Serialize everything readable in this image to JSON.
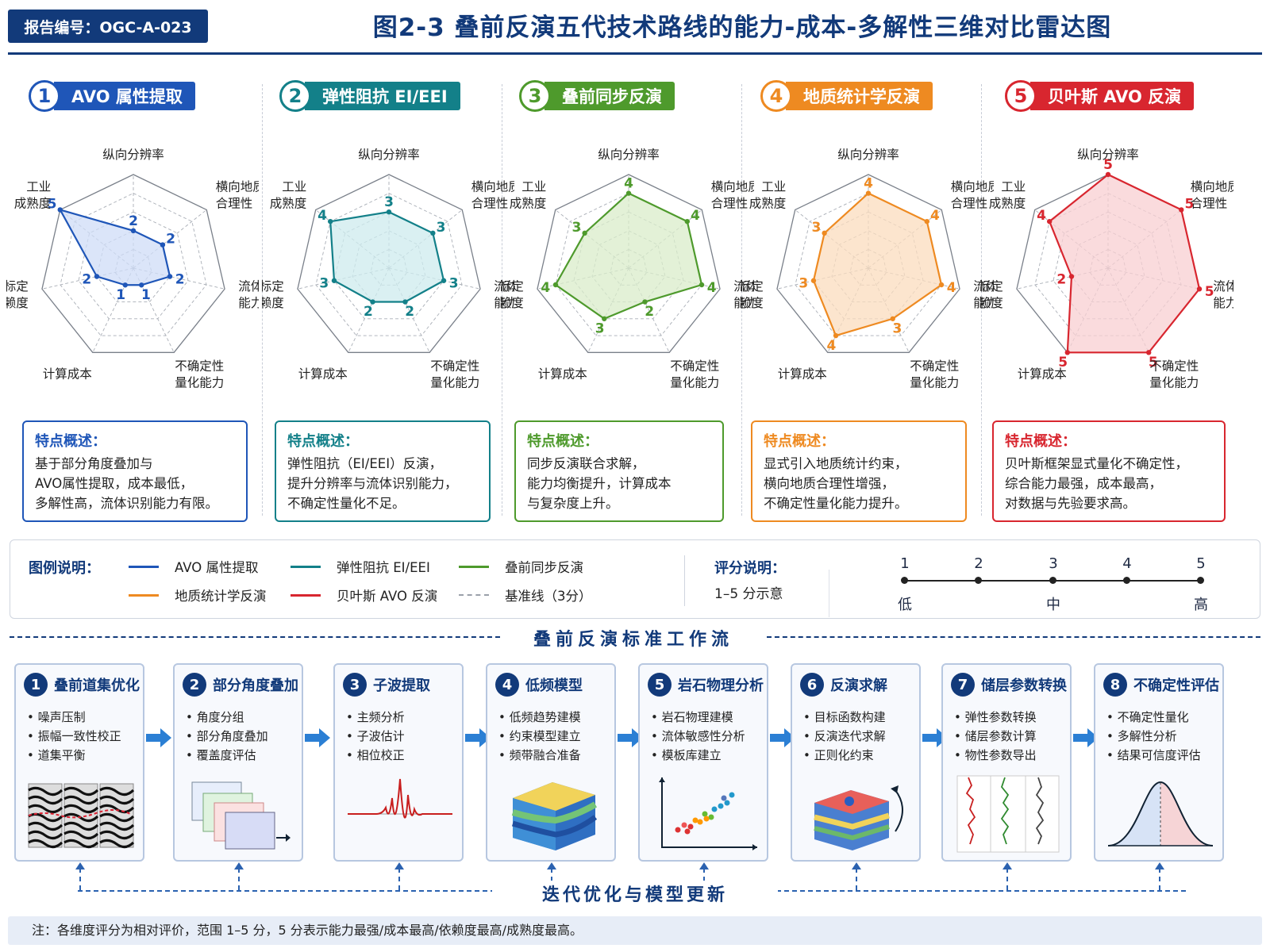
{
  "header": {
    "report_id": "报告编号：OGC-A-023",
    "title": "图2-3  叠前反演五代技术路线的能力-成本-多解性三维对比雷达图"
  },
  "axes": [
    "纵向分辨率",
    "横向地质\n合理性",
    "流体识别\n能力",
    "不确定性\n量化能力",
    "计算成本",
    "井震标定\n依赖度",
    "工业\n成熟度"
  ],
  "chart_data": [
    {
      "type": "radar",
      "title": "AVO 属性提取",
      "number": "1",
      "color": "#1f56b8",
      "fill": "#cfdcf7",
      "categories": [
        "纵向分辨率",
        "横向地质合理性",
        "流体识别能力",
        "不确定性量化能力",
        "计算成本",
        "井震标定依赖度",
        "工业成熟度"
      ],
      "values": [
        2,
        2,
        2,
        1,
        1,
        2,
        5
      ],
      "baseline": 3,
      "range": [
        0,
        5
      ]
    },
    {
      "type": "radar",
      "title": "弹性阻抗 EI/EEI",
      "number": "2",
      "color": "#138089",
      "fill": "#cdebed",
      "categories": [
        "纵向分辨率",
        "横向地质合理性",
        "流体识别能力",
        "不确定性量化能力",
        "计算成本",
        "井震标定依赖度",
        "工业成熟度"
      ],
      "values": [
        3,
        3,
        3,
        2,
        2,
        3,
        4
      ],
      "baseline": 3,
      "range": [
        0,
        5
      ]
    },
    {
      "type": "radar",
      "title": "叠前同步反演",
      "number": "3",
      "color": "#4e9a2c",
      "fill": "#d9ecc9",
      "categories": [
        "纵向分辨率",
        "横向地质合理性",
        "流体识别能力",
        "不确定性量化能力",
        "计算成本",
        "井震标定依赖度",
        "工业成熟度"
      ],
      "values": [
        4,
        4,
        4,
        2,
        3,
        4,
        3
      ],
      "baseline": 3,
      "range": [
        0,
        5
      ]
    },
    {
      "type": "radar",
      "title": "地质统计学反演",
      "number": "4",
      "color": "#ee8a21",
      "fill": "#fbdcbd",
      "categories": [
        "纵向分辨率",
        "横向地质合理性",
        "流体识别能力",
        "不确定性量化能力",
        "计算成本",
        "井震标定依赖度",
        "工业成熟度"
      ],
      "values": [
        4,
        4,
        4,
        3,
        4,
        3,
        3
      ],
      "baseline": 3,
      "range": [
        0,
        5
      ]
    },
    {
      "type": "radar",
      "title": "贝叶斯 AVO 反演",
      "number": "5",
      "color": "#d8262f",
      "fill": "#f8cfd2",
      "categories": [
        "纵向分辨率",
        "横向地质合理性",
        "流体识别能力",
        "不确定性量化能力",
        "计算成本",
        "井震标定依赖度",
        "工业成熟度"
      ],
      "values": [
        5,
        5,
        5,
        5,
        5,
        2,
        4
      ],
      "baseline": 3,
      "range": [
        0,
        5
      ]
    }
  ],
  "descriptions": [
    {
      "title": "特点概述：",
      "lines": [
        "基于部分角度叠加与",
        "AVO属性提取，成本最低，",
        "多解性高，流体识别能力有限。"
      ]
    },
    {
      "title": "特点概述：",
      "lines": [
        "弹性阻抗（EI/EEI）反演，",
        "提升分辨率与流体识别能力，",
        "不确定性量化不足。"
      ]
    },
    {
      "title": "特点概述：",
      "lines": [
        "同步反演联合求解，",
        "能力均衡提升，计算成本",
        "与复杂度上升。"
      ]
    },
    {
      "title": "特点概述：",
      "lines": [
        "显式引入地质统计约束，",
        "横向地质合理性增强，",
        "不确定性量化能力提升。"
      ]
    },
    {
      "title": "特点概述：",
      "lines": [
        "贝叶斯框架显式量化不确定性，",
        "综合能力最强，成本最高，",
        "对数据与先验要求高。"
      ]
    }
  ],
  "legend": {
    "title": "图例说明：",
    "items": [
      {
        "label": "AVO 属性提取",
        "color": "#1f56b8"
      },
      {
        "label": "弹性阻抗 EI/EEI",
        "color": "#138089"
      },
      {
        "label": "叠前同步反演",
        "color": "#4e9a2c"
      },
      {
        "label": "地质统计学反演",
        "color": "#ee8a21"
      },
      {
        "label": "贝叶斯 AVO 反演",
        "color": "#d8262f"
      },
      {
        "label": "基准线（3分）",
        "color": "#9aa0aa"
      }
    ],
    "score_title": "评分说明：",
    "score_note": "1–5 分示意",
    "scale_numbers": [
      "1",
      "2",
      "3",
      "4",
      "5"
    ],
    "scale_words": [
      "低",
      "中",
      "高"
    ]
  },
  "workflow": {
    "title": "叠前反演标准工作流",
    "steps": [
      {
        "num": "1",
        "name": "叠前道集优化",
        "items": [
          "噪声压制",
          "振幅一致性校正",
          "道集平衡"
        ]
      },
      {
        "num": "2",
        "name": "部分角度叠加",
        "items": [
          "角度分组",
          "部分角度叠加",
          "覆盖度评估"
        ]
      },
      {
        "num": "3",
        "name": "子波提取",
        "items": [
          "主频分析",
          "子波估计",
          "相位校正"
        ]
      },
      {
        "num": "4",
        "name": "低频模型",
        "items": [
          "低频趋势建模",
          "约束模型建立",
          "频带融合准备"
        ]
      },
      {
        "num": "5",
        "name": "岩石物理分析",
        "items": [
          "岩石物理建模",
          "流体敏感性分析",
          "模板库建立"
        ]
      },
      {
        "num": "6",
        "name": "反演求解",
        "items": [
          "目标函数构建",
          "反演迭代求解",
          "正则化约束"
        ]
      },
      {
        "num": "7",
        "name": "储层参数转换",
        "items": [
          "弹性参数转换",
          "储层参数计算",
          "物性参数导出"
        ]
      },
      {
        "num": "8",
        "name": "不确定性评估",
        "items": [
          "不确定性量化",
          "多解性分析",
          "结果可信度评估"
        ]
      }
    ],
    "loop_label": "迭代优化与模型更新"
  },
  "footnote": "注：各维度评分为相对评价，范围 1–5 分，5 分表示能力最强/成本最高/依赖度最高/成熟度最高。"
}
